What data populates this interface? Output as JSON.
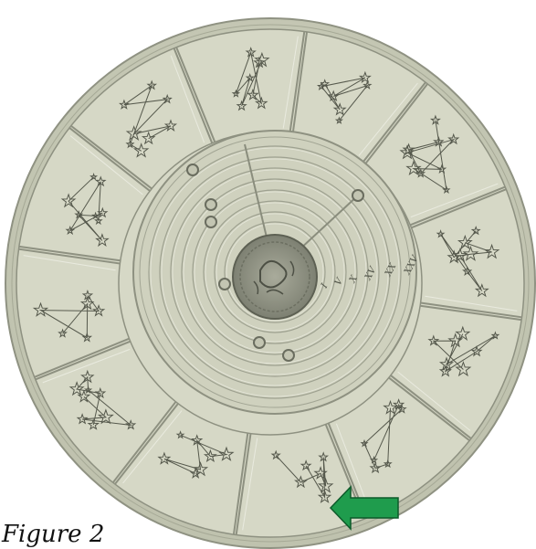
{
  "caption": "Figure 2",
  "scale_labels": [
    "XXV",
    "XX",
    "XV",
    "X",
    "V",
    "I"
  ],
  "colors": {
    "disc": "#c9cbb8",
    "disc_edge": "#9fa291",
    "panel": "#d6d8c6",
    "groove": "#8e9181",
    "engraving": "#55584c",
    "arrow": "#1f9c4d",
    "arrow_edge": "#0d5a2a"
  },
  "icons": {
    "center_medallion": "engraved-seal-icon",
    "pointer": "green-arrow-icon"
  }
}
